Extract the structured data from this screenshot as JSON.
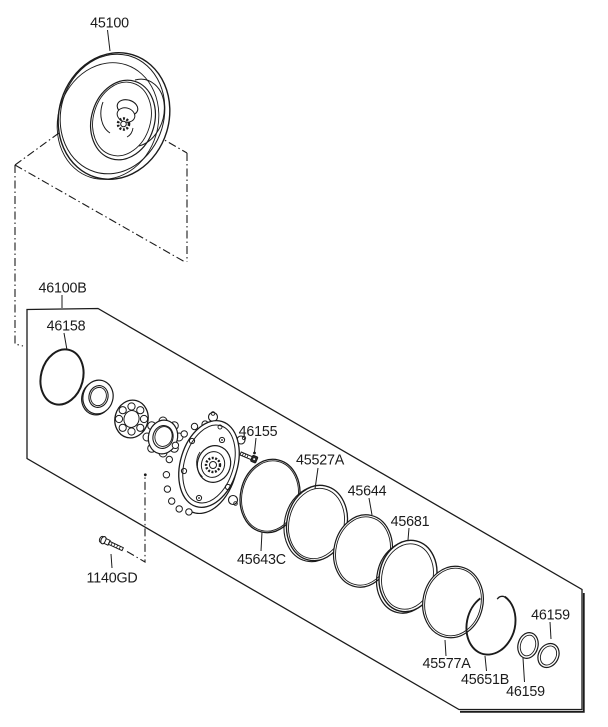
{
  "figure": {
    "background": "#ffffff",
    "line_color": "#1b1b1b"
  },
  "callouts": [
    {
      "text": "45100"
    },
    {
      "text": "46100B"
    },
    {
      "text": "46158"
    },
    {
      "text": "46155"
    },
    {
      "text": "45527A"
    },
    {
      "text": "45643C"
    },
    {
      "text": "45644"
    },
    {
      "text": "45681"
    },
    {
      "text": "45577A"
    },
    {
      "text": "45651B"
    },
    {
      "text": "46159"
    },
    {
      "text": "46159"
    },
    {
      "text": "1140GD"
    }
  ]
}
